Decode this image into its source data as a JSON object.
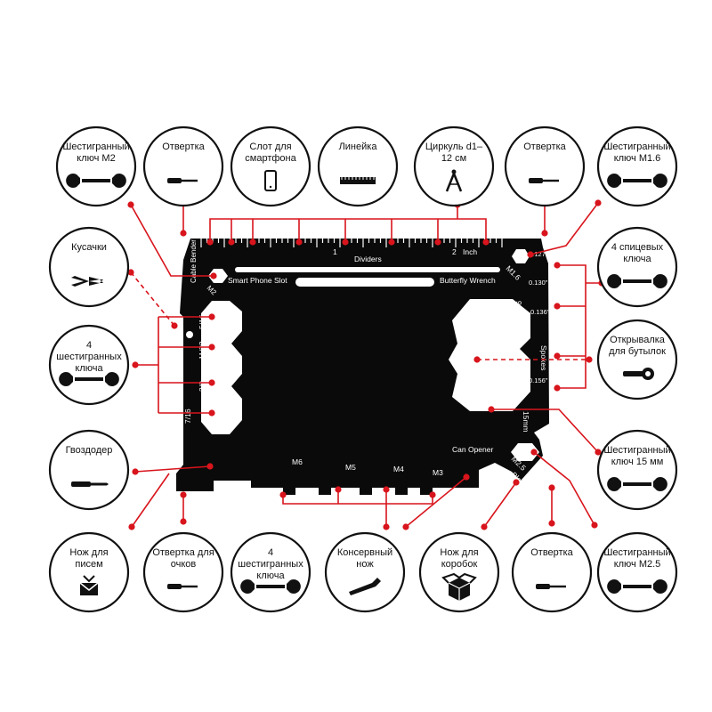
{
  "colors": {
    "accent": "#d8141c",
    "card": "#0a0a0a",
    "background": "#ffffff",
    "circle_stroke": "#111111"
  },
  "callouts": [
    {
      "id": "hex-m2",
      "label": "Шестигранный ключ М2",
      "icon": "hex-wrench-icon"
    },
    {
      "id": "screwdriver-top-left",
      "label": "Отвертка",
      "icon": "screwdriver-icon"
    },
    {
      "id": "phone-slot",
      "label": "Слот для смартфона",
      "icon": "smartphone-icon"
    },
    {
      "id": "ruler",
      "label": "Линейка",
      "icon": "ruler-icon"
    },
    {
      "id": "dividers",
      "label": "Циркуль d1–12 см",
      "icon": "compass-icon"
    },
    {
      "id": "screwdriver-top-right",
      "label": "Отвертка",
      "icon": "screwdriver-icon"
    },
    {
      "id": "hex-m16",
      "label": "Шестигранный ключ М1.6",
      "icon": "hex-wrench-icon"
    },
    {
      "id": "cutters",
      "label": "Кусачки",
      "icon": "cutters-icon"
    },
    {
      "id": "spoke-keys",
      "label": "4 спицевых ключа",
      "icon": "spoke-wrench-icon"
    },
    {
      "id": "hex-4-left",
      "label": "4 шестигранных ключа",
      "icon": "hex-wrench-icon"
    },
    {
      "id": "bottle-opener",
      "label": "Открывалка для бутылок",
      "icon": "bottle-opener-icon"
    },
    {
      "id": "nail-puller",
      "label": "Гвоздодер",
      "icon": "nail-puller-icon"
    },
    {
      "id": "hex-15mm",
      "label": "Шестигранный ключ 15 мм",
      "icon": "hex-wrench-icon"
    },
    {
      "id": "letter-knife",
      "label": "Нож для писем",
      "icon": "envelope-icon"
    },
    {
      "id": "glasses-screwdriver",
      "label": "Отвертка для очков",
      "icon": "screwdriver-icon"
    },
    {
      "id": "hex-4-bottom",
      "label": "4 шестигранных ключа",
      "icon": "hex-wrench-icon"
    },
    {
      "id": "can-opener",
      "label": "Консервный нож",
      "icon": "can-opener-icon"
    },
    {
      "id": "box-knife",
      "label": "Нож для коробок",
      "icon": "box-icon"
    },
    {
      "id": "screwdriver-bottom-right",
      "label": "Отвертка",
      "icon": "screwdriver-icon"
    },
    {
      "id": "hex-m25",
      "label": "Шестигранный ключ М2.5",
      "icon": "hex-wrench-icon"
    }
  ],
  "card_text": {
    "cable_bender": "Cable Bender",
    "m2": "M2",
    "smart_phone_slot": "Smart Phone Slot",
    "butterfly_wrench": "Butterfly Wrench",
    "dividers": "Dividers",
    "inch": "Inch",
    "ruler_1": "1",
    "ruler_2": "2",
    "m16": "M1.6",
    "spoke_0127": "0.127\"",
    "spoke_0130": "0.130\"",
    "spoke_0136": "0.136\"",
    "spoke_0156": "0.156\"",
    "spokes": "Spokes",
    "hex_916": "9/16",
    "mm15": "15mm",
    "m25": "M2.5",
    "blade": "Blade",
    "can_opener": "Can Opener",
    "m6": "M6",
    "m5": "M5",
    "m4": "M4",
    "m3": "M3",
    "frac_516": "5/16",
    "frac_1132": "11/32",
    "frac_38": "3/8",
    "frac_716": "7/16"
  }
}
